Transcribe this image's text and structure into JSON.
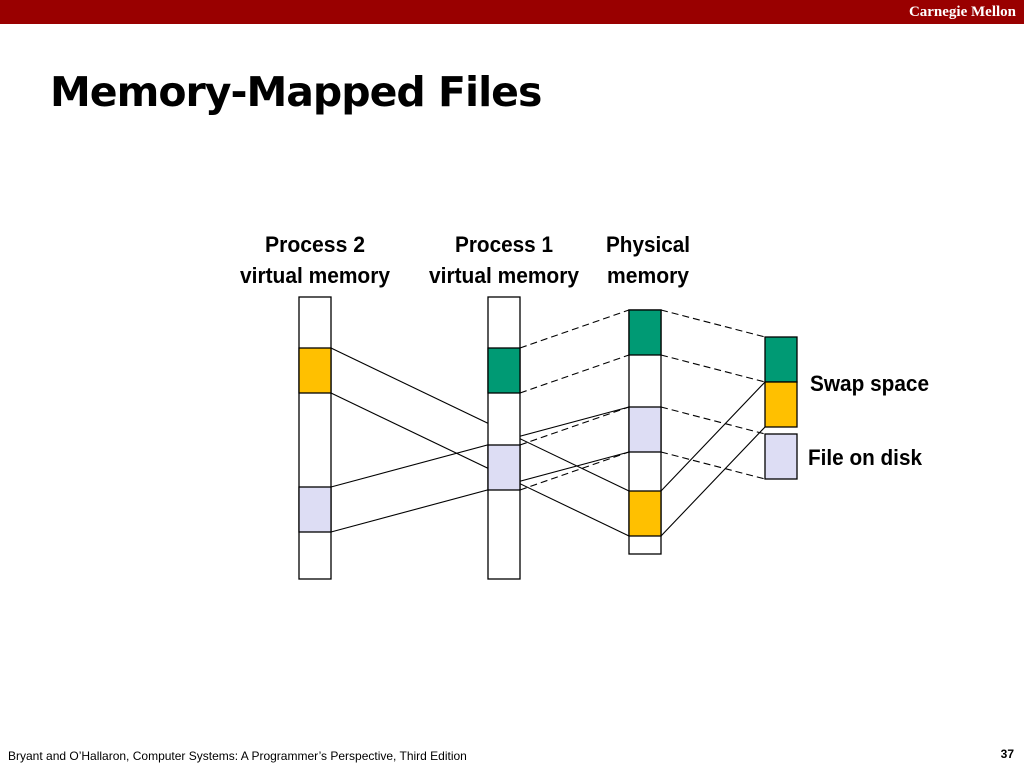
{
  "header": {
    "brand": "Carnegie Mellon",
    "brand_color": "#990000"
  },
  "title": "Memory-Mapped Files",
  "diagram": {
    "labels": {
      "process2": [
        "Process 2",
        "virtual memory"
      ],
      "process1": [
        "Process 1",
        "virtual memory"
      ],
      "physical": [
        "Physical",
        "memory"
      ],
      "swap": "Swap space",
      "file": "File on disk"
    },
    "colors": {
      "page_green": "#009A74",
      "page_yellow": "#FFC000",
      "page_lavender": "#DDDDF4",
      "outline": "#000000"
    }
  },
  "footer": {
    "citation": "Bryant and O’Hallaron, Computer Systems: A Programmer’s Perspective, Third Edition",
    "page_number": "37"
  }
}
